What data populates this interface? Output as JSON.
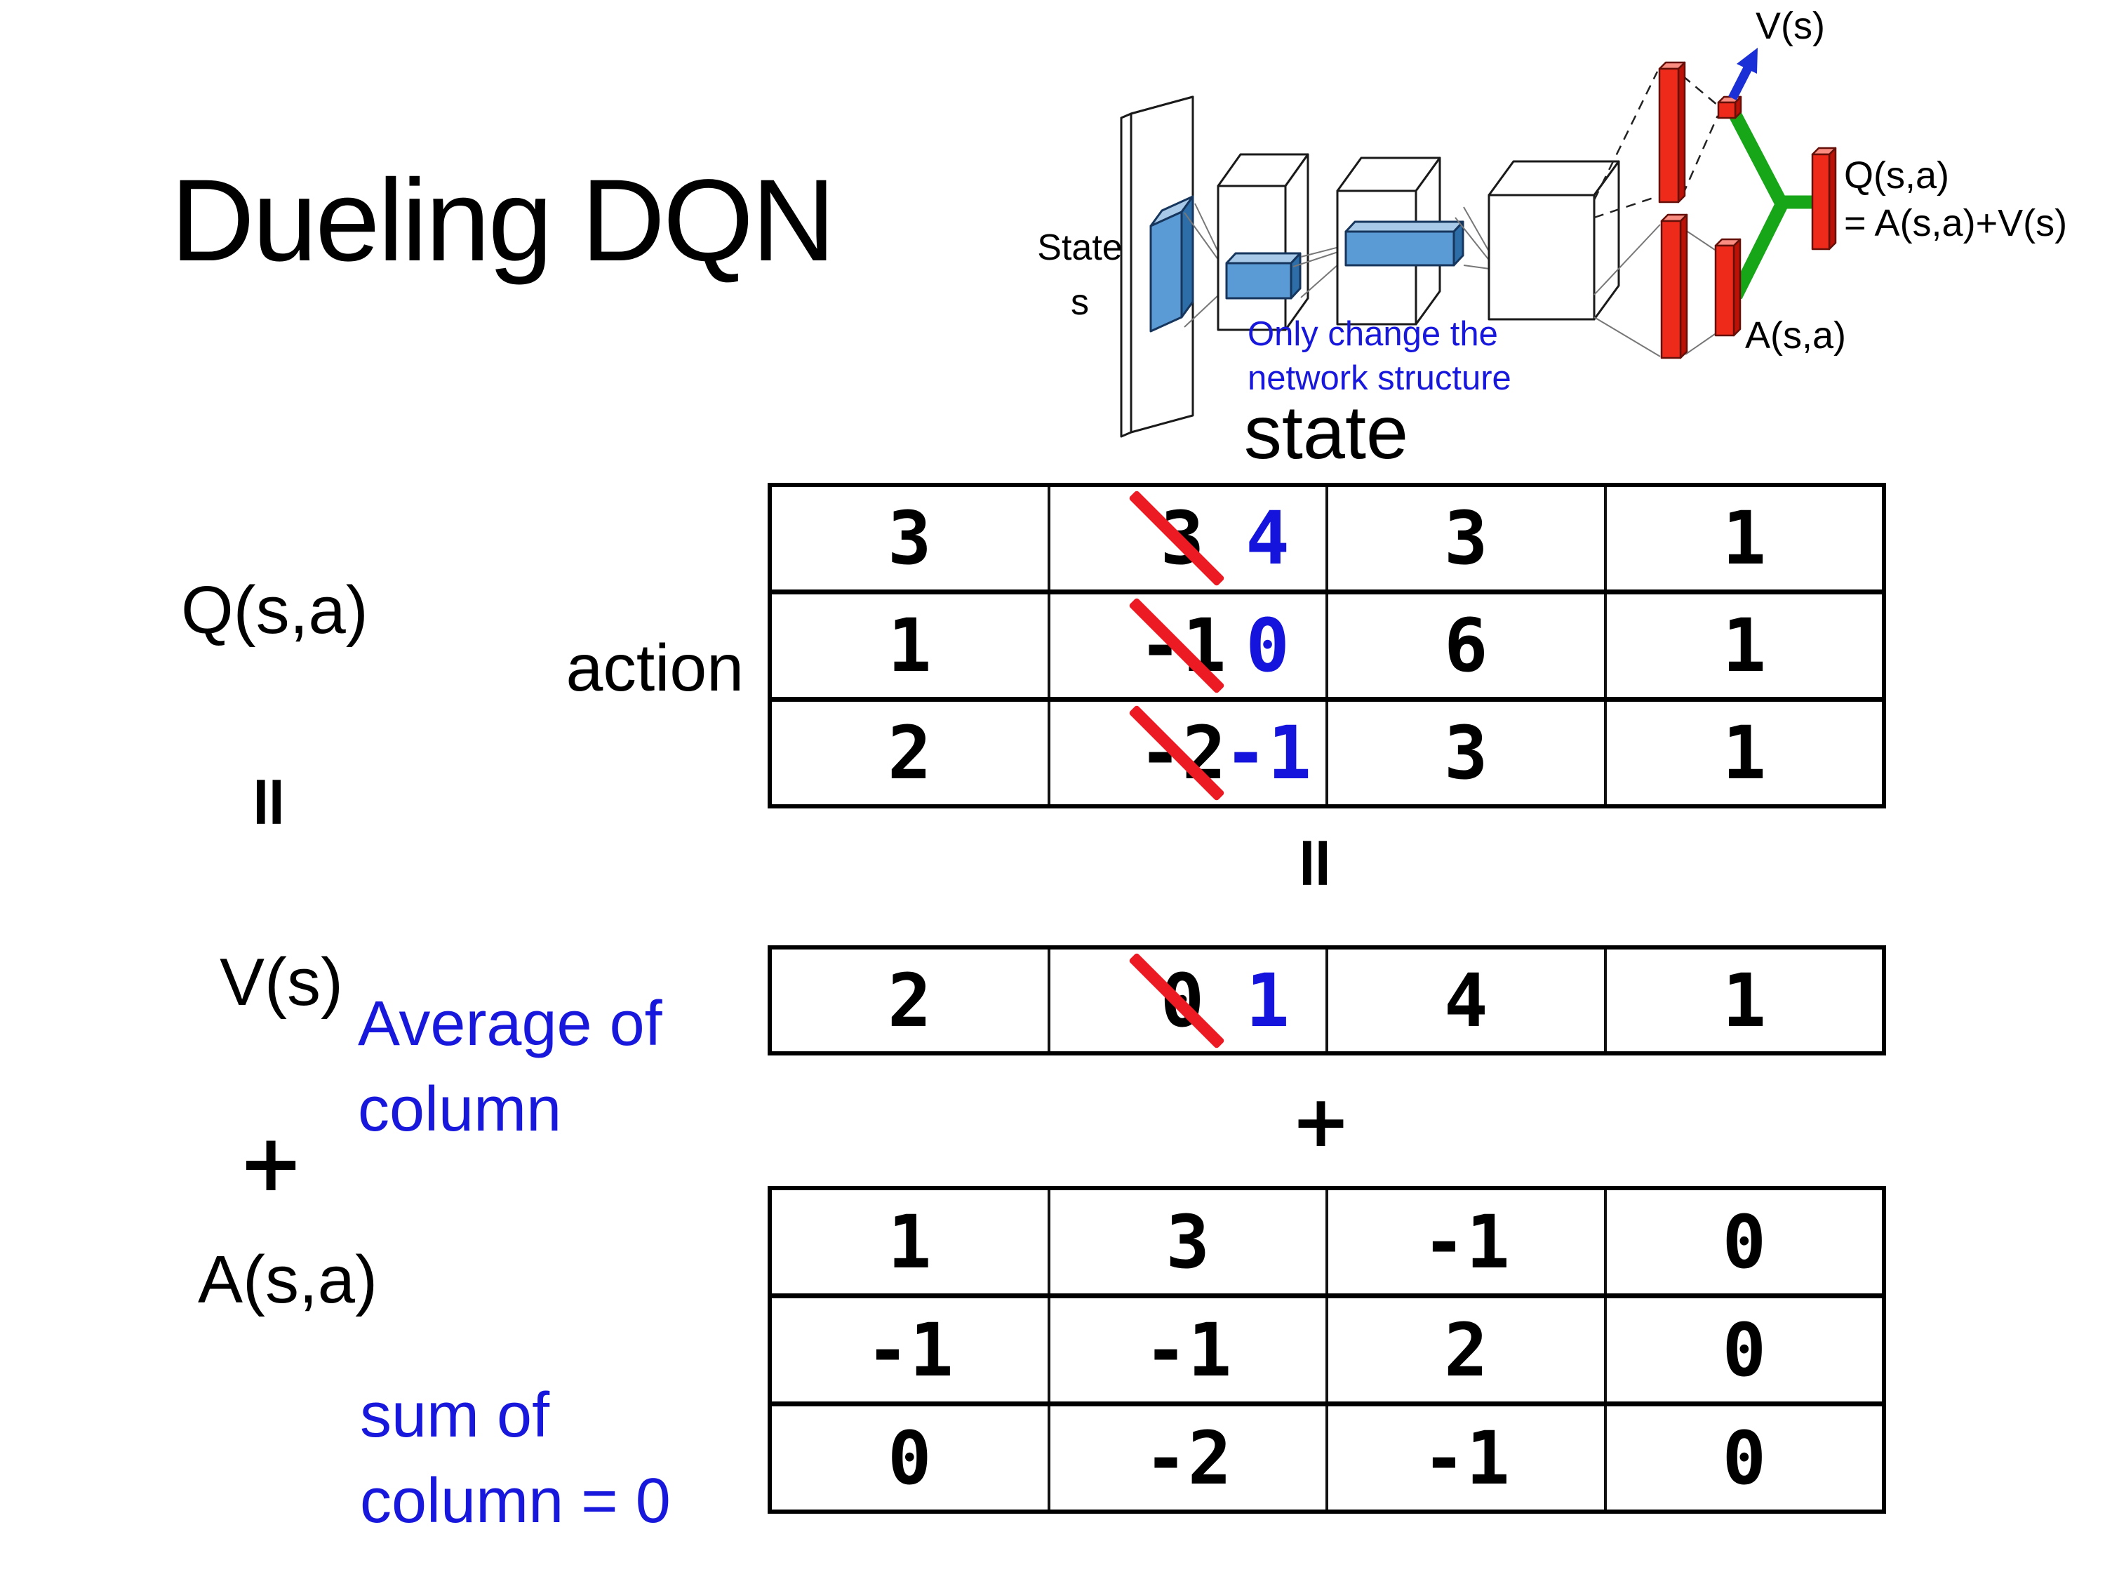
{
  "title": "Dueling DQN",
  "diagram": {
    "state_label_line1": "State",
    "state_label_line2": "s",
    "note_line1": "Only change the",
    "note_line2": "network structure",
    "v_output_label": "V(s)",
    "q_output_label_line1": "Q(s,a)",
    "q_output_label_line2": "= A(s,a)+V(s)",
    "a_output_label": "A(s,a)",
    "colors": {
      "feature_map_blue": "#5b9bd5",
      "fc_bar_red": "#ee2b1b",
      "merge_green": "#17a617",
      "arrow_blue": "#1a2fd6",
      "note_blue": "#1818dc"
    }
  },
  "equation": {
    "q_label": "Q(s,a)",
    "equals_left": "=",
    "v_label": "V(s)",
    "plus_left": "+",
    "a_label": "A(s,a)",
    "action_label": "action",
    "state_label": "state",
    "equals_mid": "=",
    "plus_mid": "+",
    "avg_note": "Average of\ncolumn",
    "sum_note": "sum of\ncolumn = 0"
  },
  "q_table": {
    "rows": [
      [
        {
          "v": "3"
        },
        {
          "old": "3",
          "new": "4"
        },
        {
          "v": "3"
        },
        {
          "v": "1"
        }
      ],
      [
        {
          "v": "1"
        },
        {
          "old": "-1",
          "new": "0"
        },
        {
          "v": "6"
        },
        {
          "v": "1"
        }
      ],
      [
        {
          "v": "2"
        },
        {
          "old": "-2",
          "new": "-1"
        },
        {
          "v": "3"
        },
        {
          "v": "1"
        }
      ]
    ]
  },
  "v_table": {
    "rows": [
      [
        {
          "v": "2"
        },
        {
          "old": "0",
          "new": "1"
        },
        {
          "v": "4"
        },
        {
          "v": "1"
        }
      ]
    ]
  },
  "a_table": {
    "rows": [
      [
        {
          "v": "1"
        },
        {
          "v": "3"
        },
        {
          "v": "-1"
        },
        {
          "v": "0"
        }
      ],
      [
        {
          "v": "-1"
        },
        {
          "v": "-1"
        },
        {
          "v": "2"
        },
        {
          "v": "0"
        }
      ],
      [
        {
          "v": "0"
        },
        {
          "v": "-2"
        },
        {
          "v": "-1"
        },
        {
          "v": "0"
        }
      ]
    ]
  },
  "colors": {
    "strike_red": "#ec1a23",
    "corrected_blue": "#1414dd",
    "text_black": "#000000"
  }
}
